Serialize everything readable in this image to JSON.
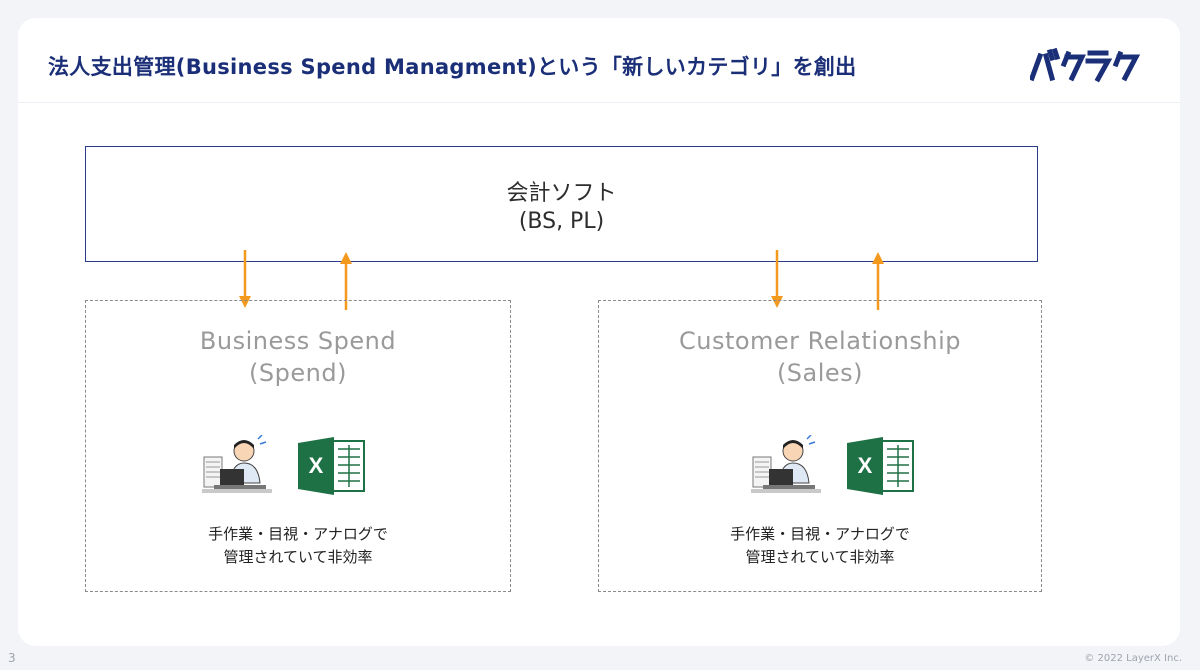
{
  "title": "法人支出管理(Business Spend Managment)という「新しいカテゴリ」を創出",
  "logo_text": "バクラク",
  "top_box": {
    "line1": "会計ソフト",
    "line2": "(BS, PL)"
  },
  "left_box": {
    "title": "Business Spend",
    "subtitle": "(Spend)",
    "caption_line1": "手作業・目視・アナログで",
    "caption_line2": "管理されていて非効率"
  },
  "right_box": {
    "title": "Customer Relationship",
    "subtitle": "(Sales)",
    "caption_line1": "手作業・目視・アナログで",
    "caption_line2": "管理されていて非効率"
  },
  "icons": {
    "worker": "stressed-office-worker-icon",
    "spreadsheet": "excel-icon"
  },
  "colors": {
    "title": "#1b2f78",
    "box_border": "#2b3a8a",
    "arrow": "#f39a1e",
    "excel_green": "#1e7145"
  },
  "footer": {
    "page_number": "3",
    "copyright": "© 2022 LayerX Inc."
  }
}
